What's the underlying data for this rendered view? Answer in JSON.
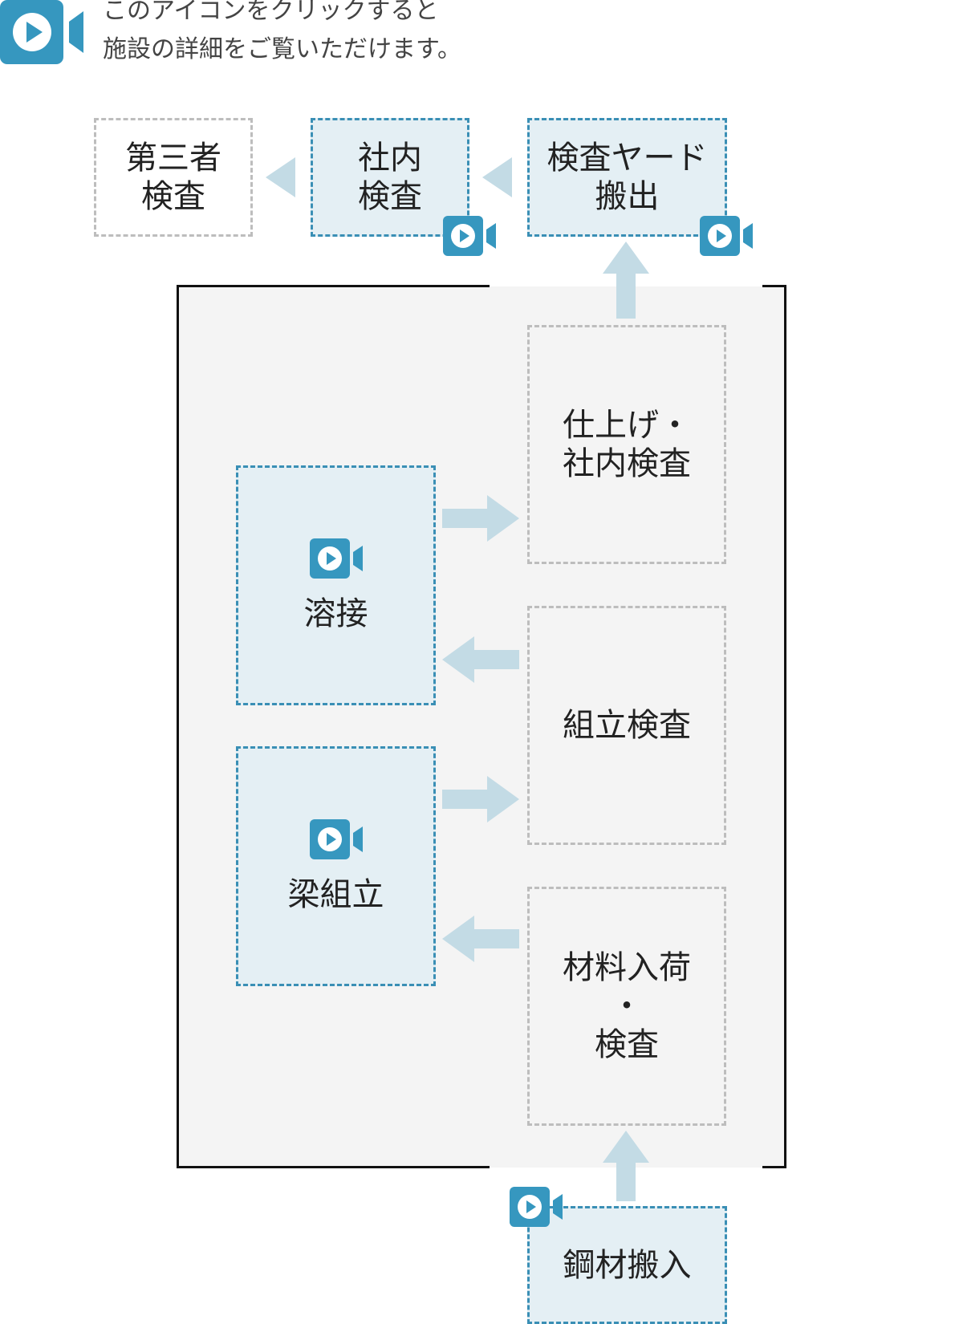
{
  "legend": {
    "line1": "このアイコンをクリックすると",
    "line2": "施設の詳細をご覧いただけます。",
    "icon": "video-camera-icon"
  },
  "outside": {
    "third_party_inspection": {
      "line1": "第三者",
      "line2": "検査"
    },
    "internal_inspection": {
      "line1": "社内",
      "line2": "検査"
    },
    "yard_shipping": {
      "line1": "検査ヤード",
      "line2": "搬出"
    }
  },
  "factory": {
    "finishing": {
      "line1": "仕上げ・",
      "line2": "社内検査"
    },
    "welding": {
      "label": "溶接"
    },
    "assembly_inspection": {
      "label": "組立検査"
    },
    "beam_assembly": {
      "label": "梁組立"
    },
    "material_receiving": {
      "line1": "材料入荷",
      "line2": "・",
      "line3": "検査"
    }
  },
  "steel_delivery": {
    "label": "鋼材搬入"
  },
  "colors": {
    "accent": "#3697bf",
    "arrow": "#c3dbe5",
    "active_box_fill": "#e4eff4",
    "factory_fill": "#f4f4f4"
  }
}
